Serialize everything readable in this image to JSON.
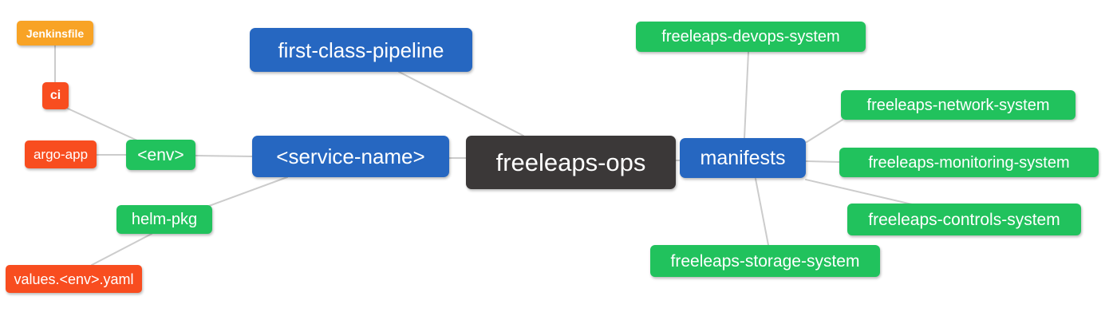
{
  "diagram": {
    "type": "mindmap",
    "background": "#ffffff",
    "edge_color": "#cccccc",
    "text_color": "#ffffff",
    "colors": {
      "blue": "#2667c1",
      "green": "#21c25d",
      "red": "#f84d1f",
      "orange": "#f8a325",
      "dark": "#3b3838"
    },
    "root": "freeleaps_ops",
    "nodes": {
      "jenkinsfile": {
        "label": "Jenkinsfile",
        "color": "#f8a325"
      },
      "ci": {
        "label": "ci",
        "color": "#f84d1f"
      },
      "argo_app": {
        "label": "argo-app",
        "color": "#f84d1f"
      },
      "env": {
        "label": "<env>",
        "color": "#21c25d"
      },
      "helm_pkg": {
        "label": "helm-pkg",
        "color": "#21c25d"
      },
      "values_env_yaml": {
        "label": "values.<env>.yaml",
        "color": "#f84d1f"
      },
      "first_class_pipeline": {
        "label": "first-class-pipeline",
        "color": "#2667c1"
      },
      "service_name": {
        "label": "<service-name>",
        "color": "#2667c1"
      },
      "freeleaps_ops": {
        "label": "freeleaps-ops",
        "color": "#3b3838"
      },
      "manifests": {
        "label": "manifests",
        "color": "#2667c1"
      },
      "devops_system": {
        "label": "freeleaps-devops-system",
        "color": "#21c25d"
      },
      "network_system": {
        "label": "freeleaps-network-system",
        "color": "#21c25d"
      },
      "monitoring_system": {
        "label": "freeleaps-monitoring-system",
        "color": "#21c25d"
      },
      "controls_system": {
        "label": "freeleaps-controls-system",
        "color": "#21c25d"
      },
      "storage_system": {
        "label": "freeleaps-storage-system",
        "color": "#21c25d"
      }
    },
    "edges": [
      [
        "jenkinsfile",
        "ci"
      ],
      [
        "ci",
        "env"
      ],
      [
        "argo_app",
        "env"
      ],
      [
        "env",
        "service_name"
      ],
      [
        "service_name",
        "helm_pkg"
      ],
      [
        "helm_pkg",
        "values_env_yaml"
      ],
      [
        "first_class_pipeline",
        "freeleaps_ops"
      ],
      [
        "service_name",
        "freeleaps_ops"
      ],
      [
        "freeleaps_ops",
        "manifests"
      ],
      [
        "manifests",
        "devops_system"
      ],
      [
        "manifests",
        "network_system"
      ],
      [
        "manifests",
        "monitoring_system"
      ],
      [
        "manifests",
        "controls_system"
      ],
      [
        "manifests",
        "storage_system"
      ]
    ]
  }
}
